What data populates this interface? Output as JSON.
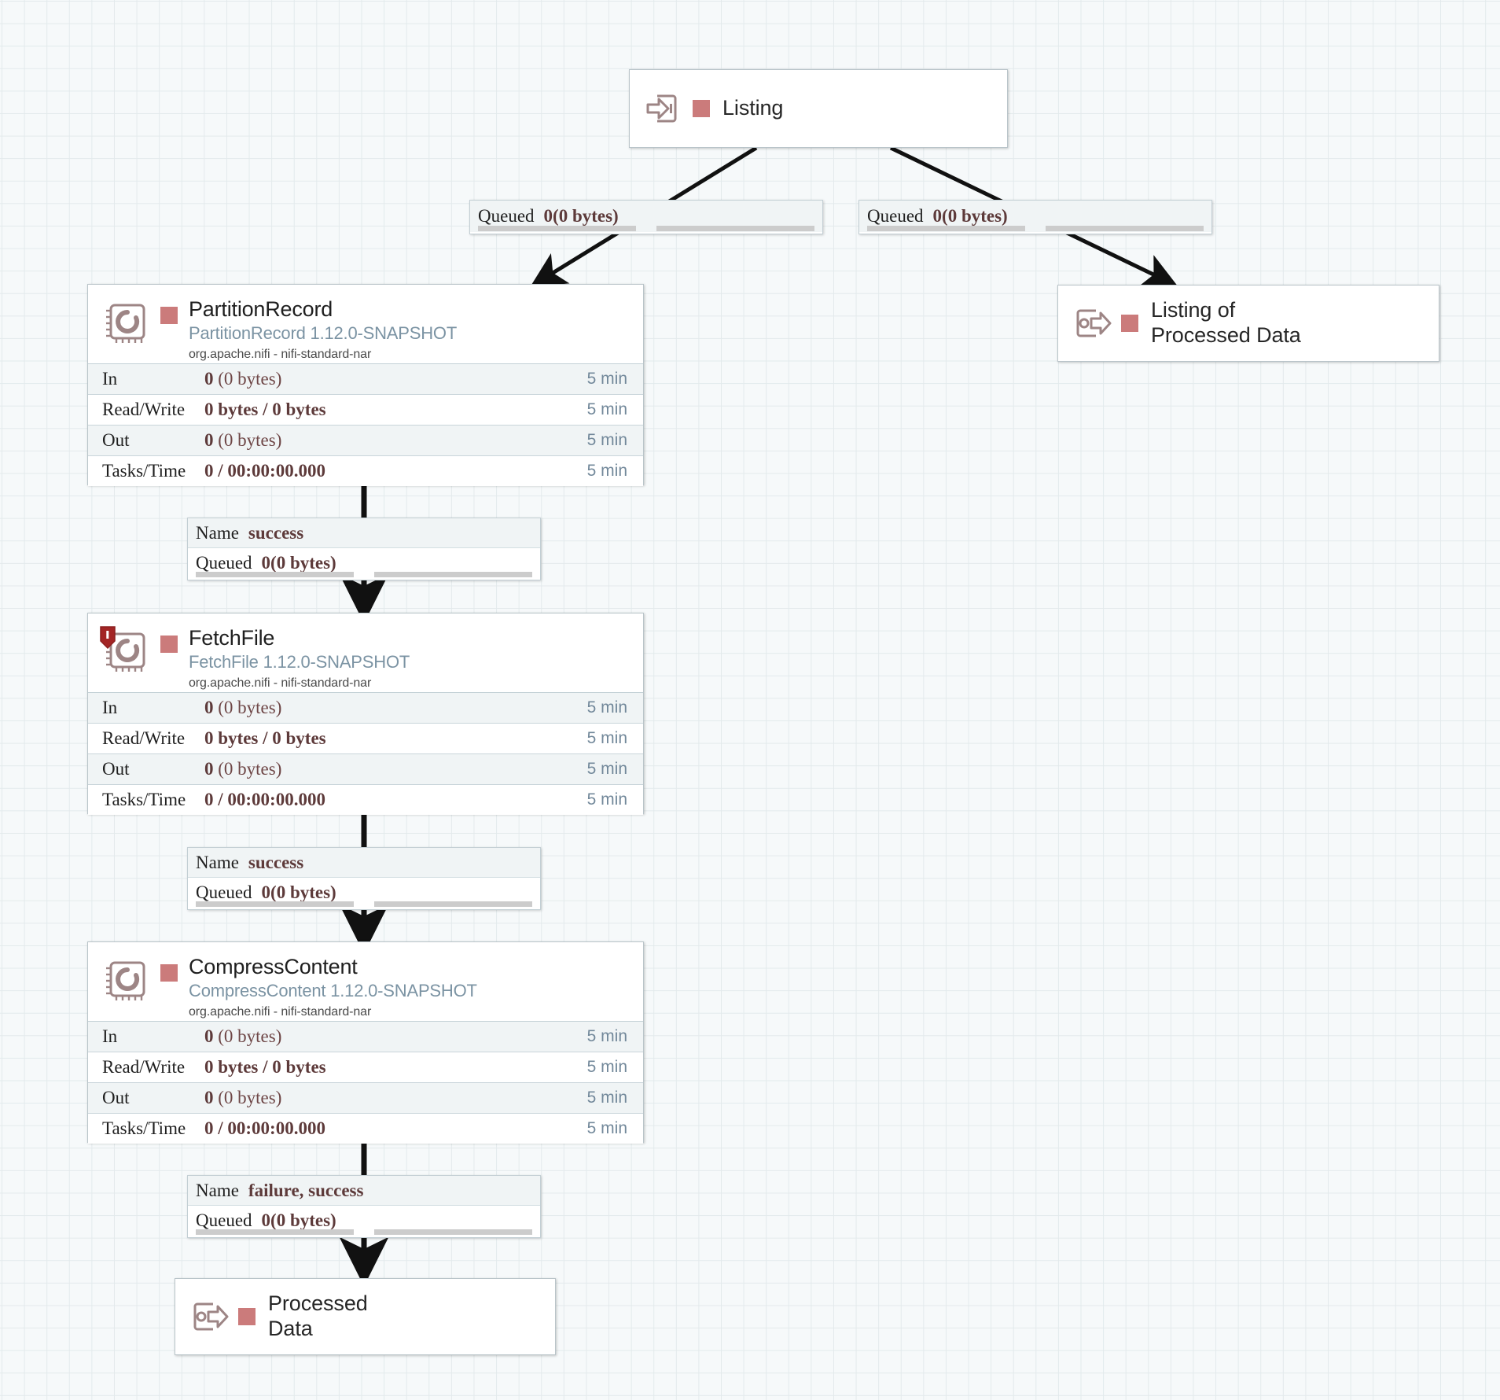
{
  "canvas": {
    "background_color": "#f6f9fa",
    "grid_color": "#e3eaec",
    "accent_status_color": "#cb7b7b",
    "type_link_color": "#7b93a3"
  },
  "ports": {
    "listing": {
      "label": "Listing",
      "icon": "input-port-icon",
      "status_color": "#cb7b7b"
    },
    "listing_of_processed_data": {
      "label": "Listing of\nProcessed Data",
      "icon": "output-port-icon",
      "status_color": "#cb7b7b"
    },
    "processed_data": {
      "label": "Processed\nData",
      "icon": "output-port-icon",
      "status_color": "#cb7b7b"
    }
  },
  "processors": {
    "partition_record": {
      "name": "PartitionRecord",
      "type": "PartitionRecord 1.12.0-SNAPSHOT",
      "bundle": "org.apache.nifi - nifi-standard-nar",
      "icon": "processor-chip-icon",
      "bulletin": false,
      "stats": [
        {
          "label": "In",
          "value": "0",
          "detail": " (0 bytes)",
          "time": "5 min"
        },
        {
          "label": "Read/Write",
          "value": "0 bytes / 0 bytes",
          "detail": "",
          "time": "5 min"
        },
        {
          "label": "Out",
          "value": "0",
          "detail": " (0 bytes)",
          "time": "5 min"
        },
        {
          "label": "Tasks/Time",
          "value": "0 / 00:00:00.000",
          "detail": "",
          "time": "5 min"
        }
      ]
    },
    "fetch_file": {
      "name": "FetchFile",
      "type": "FetchFile 1.12.0-SNAPSHOT",
      "bundle": "org.apache.nifi - nifi-standard-nar",
      "icon": "processor-chip-icon",
      "bulletin": true,
      "bulletin_color": "#a32525",
      "stats": [
        {
          "label": "In",
          "value": "0",
          "detail": " (0 bytes)",
          "time": "5 min"
        },
        {
          "label": "Read/Write",
          "value": "0 bytes / 0 bytes",
          "detail": "",
          "time": "5 min"
        },
        {
          "label": "Out",
          "value": "0",
          "detail": " (0 bytes)",
          "time": "5 min"
        },
        {
          "label": "Tasks/Time",
          "value": "0 / 00:00:00.000",
          "detail": "",
          "time": "5 min"
        }
      ]
    },
    "compress_content": {
      "name": "CompressContent",
      "type": "CompressContent 1.12.0-SNAPSHOT",
      "bundle": "org.apache.nifi - nifi-standard-nar",
      "icon": "processor-chip-icon",
      "bulletin": false,
      "stats": [
        {
          "label": "In",
          "value": "0",
          "detail": " (0 bytes)",
          "time": "5 min"
        },
        {
          "label": "Read/Write",
          "value": "0 bytes / 0 bytes",
          "detail": "",
          "time": "5 min"
        },
        {
          "label": "Out",
          "value": "0",
          "detail": " (0 bytes)",
          "time": "5 min"
        },
        {
          "label": "Tasks/Time",
          "value": "0 / 00:00:00.000",
          "detail": "",
          "time": "5 min"
        }
      ]
    }
  },
  "connections": {
    "listing_to_partition": {
      "queued_key": "Queued",
      "queued_value": "0",
      "queued_detail": " (0 bytes)"
    },
    "listing_to_listing_processed": {
      "queued_key": "Queued",
      "queued_value": "0",
      "queued_detail": " (0 bytes)"
    },
    "partition_to_fetch": {
      "name_key": "Name",
      "name_value": "success",
      "queued_key": "Queued",
      "queued_value": "0",
      "queued_detail": " (0 bytes)"
    },
    "fetch_to_compress": {
      "name_key": "Name",
      "name_value": "success",
      "queued_key": "Queued",
      "queued_value": "0",
      "queued_detail": " (0 bytes)"
    },
    "compress_to_processed": {
      "name_key": "Name",
      "name_value": "failure, success",
      "queued_key": "Queued",
      "queued_value": "0",
      "queued_detail": " (0 bytes)"
    }
  }
}
